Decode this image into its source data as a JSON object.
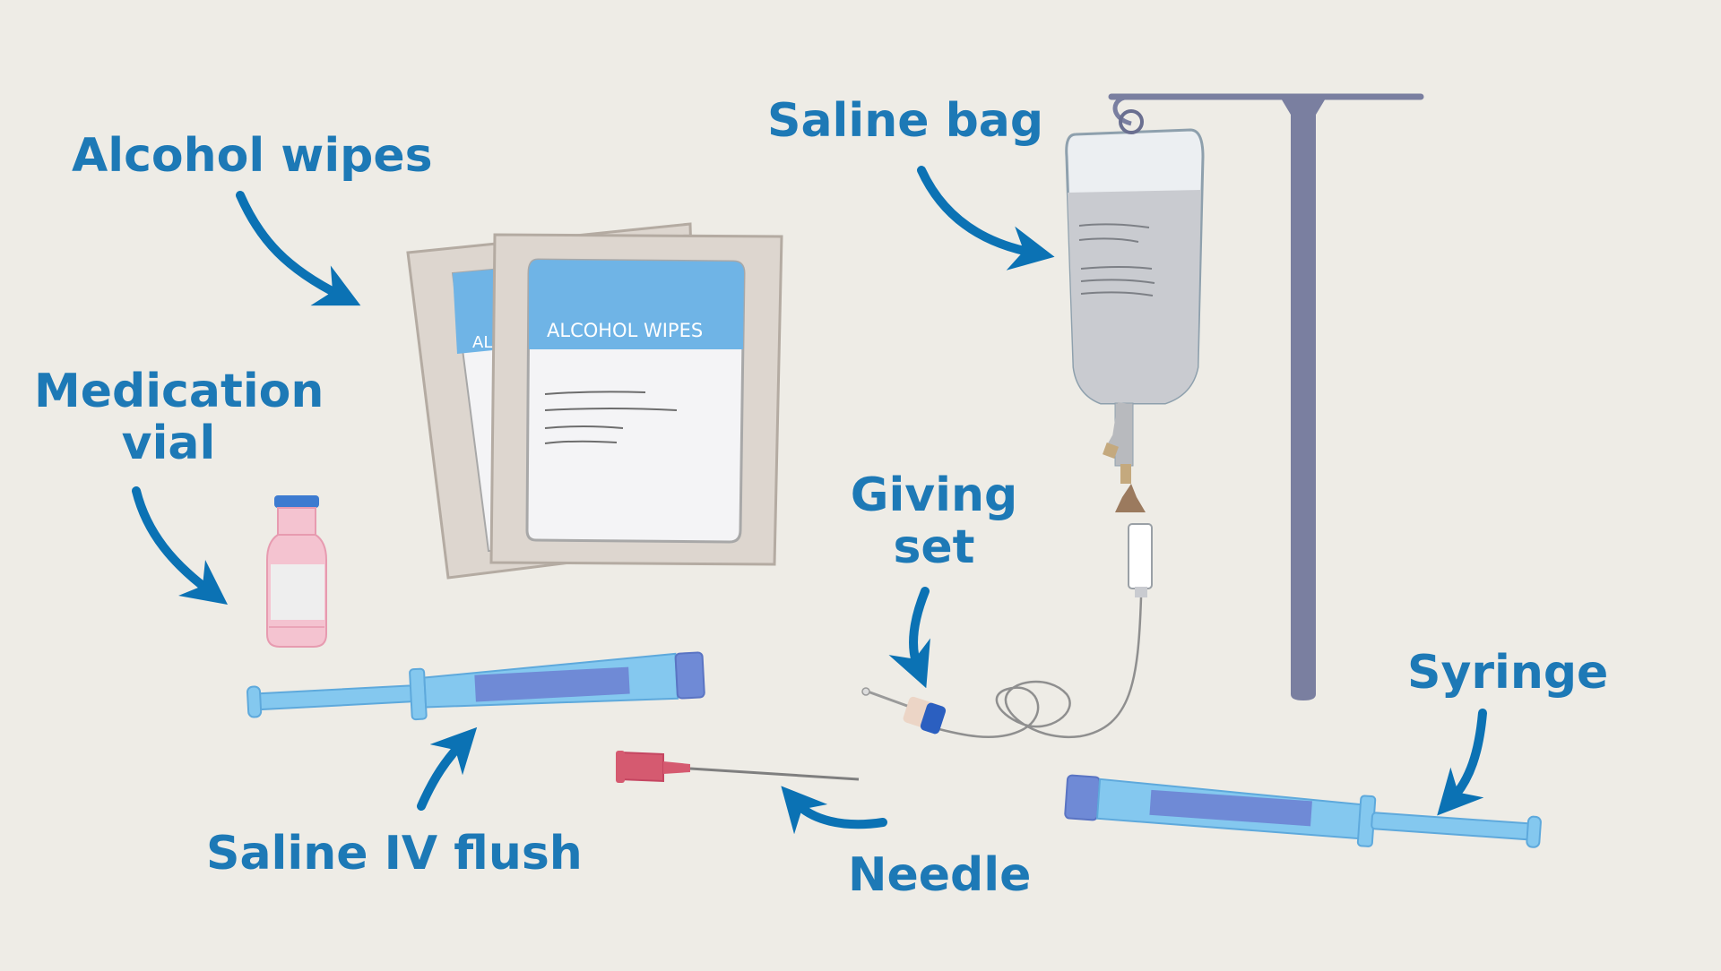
{
  "labels": {
    "alcohol_wipes": "Alcohol wipes",
    "saline_bag": "Saline bag",
    "medication_vial": [
      "Medication",
      "vial"
    ],
    "giving_set": [
      "Giving",
      "set"
    ],
    "syringe": "Syringe",
    "saline_iv_flush": "Saline IV flush",
    "needle": "Needle"
  },
  "wipes_packet_text": "ALCOHOL WIPES",
  "wipes_packet_text_back": "AL",
  "colors": {
    "background": "#eeece6",
    "label": "#1d79b6",
    "arrow": "#0b72b4",
    "syringe_body": "#84c8ef",
    "syringe_label": "#6f8ad6",
    "iv_pole": "#7a7fa0",
    "saline_fluid": "#c9cbd0",
    "wipes_blue": "#6fb4e6",
    "vial_pink": "#f2bccb",
    "needle_hub": "#d55a70"
  }
}
